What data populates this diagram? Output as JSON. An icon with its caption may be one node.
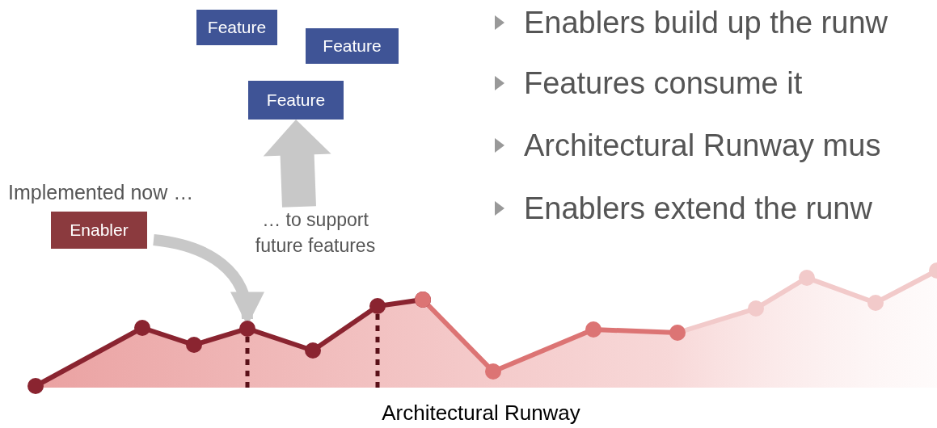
{
  "diagram": {
    "nodes": [
      {
        "text": [
          "Feature"
        ]
      },
      {
        "text": [
          "Feature"
        ]
      },
      {
        "text": [
          "Feature"
        ]
      },
      {
        "text": [
          "Enabler"
        ],
        "beside": [
          "Implemented now …"
        ]
      },
      {
        "text": [
          "… to support future features"
        ]
      },
      {
        "text": [],
        "shape": "circle"
      }
    ],
    "edges": [
      {
        "from": 4,
        "to": 2,
        "arrow": "to"
      },
      {
        "from": 3,
        "to": 5,
        "arrow": "to"
      }
    ],
    "labels": [
      "Enablers build up the runw",
      "Features consume it",
      "Architectural Runway mus",
      "Enablers extend the runw",
      "Architectural Runway"
    ]
  }
}
